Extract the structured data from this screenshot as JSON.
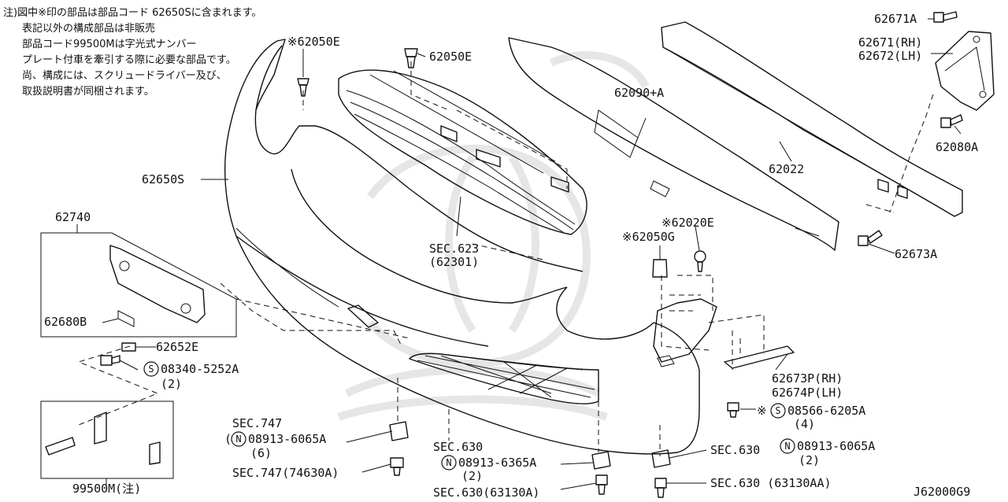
{
  "note": {
    "lines": [
      "注)図中※印の部品は部品コード 62650Sに含まれます。",
      "表記以外の構成部品は非販売",
      "部品コード99500Mは字光式ナンバー",
      "プレート付車を牽引する際に必要な部品です。",
      "尚、構成には、スクリュードライバー及び、",
      "取扱説明書が同梱されます。"
    ]
  },
  "labels": {
    "p62050e_left": "※62050E",
    "p62050e_top": "62050E",
    "p62650s": "62650S",
    "p62740": "62740",
    "p62680b": "62680B",
    "p62652e": "62652E",
    "p08340": "08340-5252A",
    "p08340_qty": "(2)",
    "p99500m": "99500M(注)",
    "sec623": "SEC.623",
    "sec623_sub": "(62301)",
    "p62090a": "62090+A",
    "p62022": "62022",
    "p62671a": "62671A",
    "p62671": "62671(RH)",
    "p62672": "62672(LH)",
    "p62080a": "62080A",
    "p62673a": "62673A",
    "p62020e": "※62020E",
    "p62050g": "※62050G",
    "p62673p": "62673P(RH)",
    "p62674p": "62674P(LH)",
    "p08566": "08566-6205A",
    "p08566_prefix": "※",
    "p08566_qty": "(4)",
    "sec747a": "SEC.747",
    "p08913_6065_left": "08913-6065A",
    "p08913_6065_left_qty": "(6)",
    "sec747b": "SEC.747(74630A)",
    "sec630a": "SEC.630",
    "p08913_6365": "08913-6365A",
    "p08913_6365_qty": "(2)",
    "sec630b": "SEC.630(63130A)",
    "sec630c": "SEC.630",
    "p08913_6065_right": "08913-6065A",
    "p08913_6065_right_qty": "(2)",
    "sec630d": "SEC.630 (63130AA)",
    "diagram_code": "J62000G9"
  },
  "marks": {
    "s": "S",
    "n": "N"
  }
}
